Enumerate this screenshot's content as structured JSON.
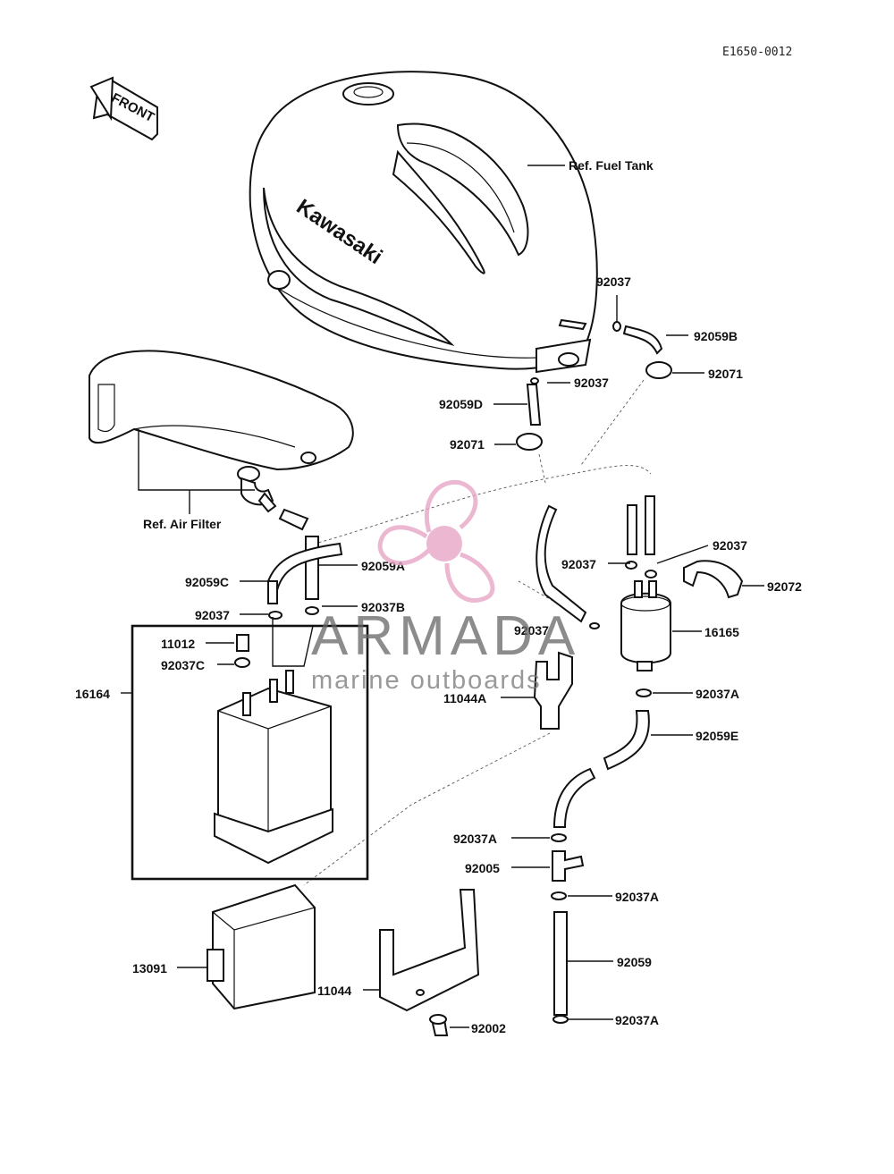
{
  "diagram": {
    "code": "E1650-0012",
    "front_label": "FRONT",
    "brand_text": "Kawasaki"
  },
  "watermark": {
    "title": "ARMADA",
    "subtitle": "marine outboards",
    "logo_color": "#e8a6c6"
  },
  "labels": {
    "fuel_tank": "Ref. Fuel Tank",
    "air_filter": "Ref. Air Filter",
    "p92037_a": "92037",
    "p92059B": "92059B",
    "p92037_b": "92037",
    "p92071_a": "92071",
    "p92059D": "92059D",
    "p92071_b": "92071",
    "p92037_c": "92037",
    "p92037_d": "92037",
    "p92072": "92072",
    "p92059C": "92059C",
    "p92059A": "92059A",
    "p92037_e": "92037",
    "p92037B": "92037B",
    "p92037_f": "92037",
    "p16165": "16165",
    "p11012": "11012",
    "p92037C": "92037C",
    "p16164": "16164",
    "p11044A": "11044A",
    "p92037A_a": "92037A",
    "p92059E": "92059E",
    "p92037A_b": "92037A",
    "p92005": "92005",
    "p92037A_c": "92037A",
    "p92059": "92059",
    "p13091": "13091",
    "p11044": "11044",
    "p92002": "92002",
    "p92037A_d": "92037A"
  }
}
